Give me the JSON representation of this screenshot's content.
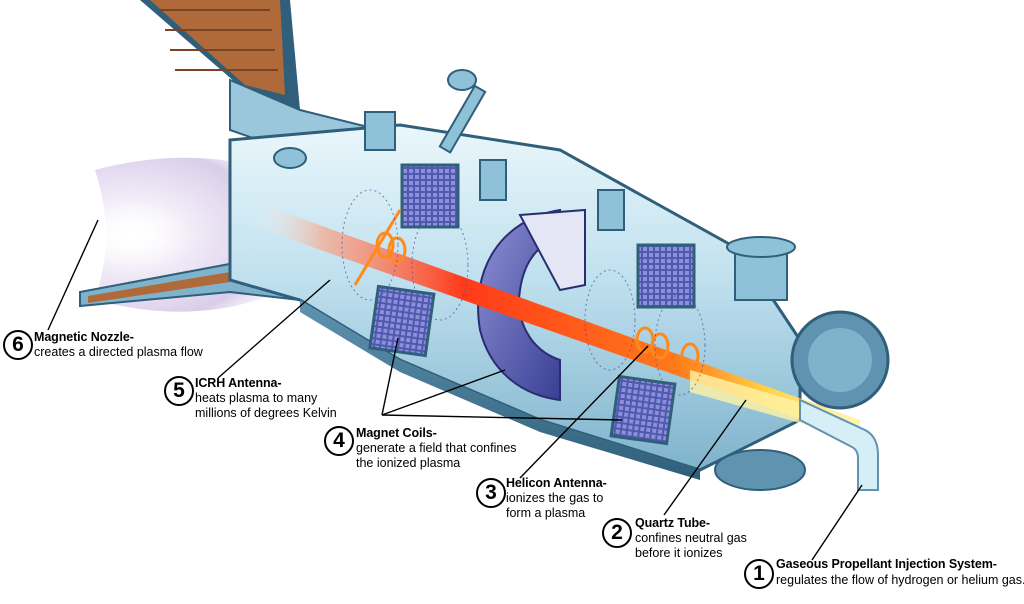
{
  "callouts": [
    {
      "number": "1",
      "title": "Gaseous Propellant Injection System-",
      "lines": [
        "regulates the flow of hydrogen or helium gas."
      ]
    },
    {
      "number": "2",
      "title": "Quartz Tube-",
      "lines": [
        "confines neutral gas",
        "before it ionizes"
      ]
    },
    {
      "number": "3",
      "title": "Helicon Antenna-",
      "lines": [
        "ionizes the gas to",
        "form a plasma"
      ]
    },
    {
      "number": "4",
      "title": "Magnet Coils-",
      "lines": [
        "generate a field that confines",
        "the ionized plasma"
      ]
    },
    {
      "number": "5",
      "title": "ICRH Antenna-",
      "lines": [
        "heats plasma to many",
        "millions of degrees Kelvin"
      ]
    },
    {
      "number": "6",
      "title": "Magnetic Nozzle-",
      "lines": [
        "creates a directed plasma flow"
      ]
    }
  ],
  "colors": {
    "chamber_light": "#d6eef6",
    "chamber_mid": "#7fb3cc",
    "chamber_dark": "#2f5f7a",
    "magnet_coil": "#4a4fa6",
    "plasma_core": "#ff5a1a",
    "plasma_glow": "#ffb38a",
    "quartz_tube": "#fff2a6",
    "nozzle_copper": "#b06a3a"
  }
}
